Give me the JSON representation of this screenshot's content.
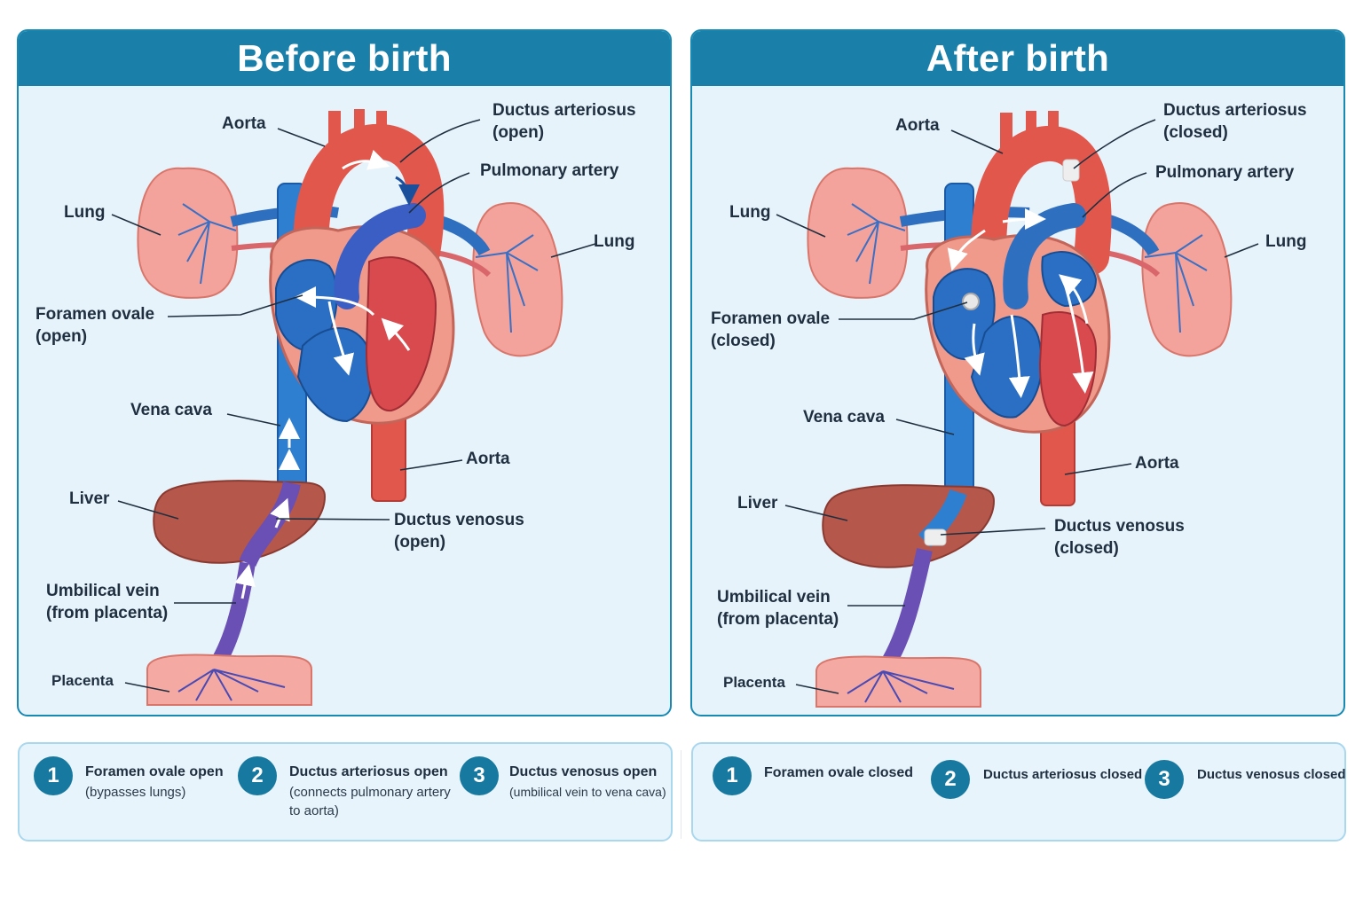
{
  "before": {
    "title": "Before birth",
    "labels": {
      "aorta_top": "Aorta",
      "ductus_arteriosus": [
        "Ductus arteriosus",
        "(open)"
      ],
      "pulmonary_artery": "Pulmonary artery",
      "lung_left": "Lung",
      "lung_right": "Lung",
      "foramen_ovale": [
        "Foramen ovale",
        "(open)"
      ],
      "vena_cava": "Vena cava",
      "aorta_bottom": "Aorta",
      "liver": "Liver",
      "ductus_venosus": [
        "Ductus venosus",
        "(open)"
      ],
      "umbilical_vein": [
        "Umbilical vein",
        "(from placenta)"
      ],
      "placenta": "Placenta"
    },
    "legend": [
      {
        "num": "1",
        "title": "Foramen ovale open",
        "desc": [
          "(bypasses lungs)"
        ]
      },
      {
        "num": "2",
        "title": "Ductus arteriosus open",
        "desc": [
          "(connects pulmonary artery",
          "to aorta)"
        ]
      },
      {
        "num": "3",
        "title": "Ductus venosus open",
        "desc": [
          "(umbilical vein to vena cava)"
        ]
      }
    ]
  },
  "after": {
    "title": "After birth",
    "labels": {
      "aorta_top": "Aorta",
      "ductus_arteriosus": [
        "Ductus arteriosus",
        "(closed)"
      ],
      "pulmonary_artery": "Pulmonary artery",
      "lung_left": "Lung",
      "lung_right": "Lung",
      "foramen_ovale": [
        "Foramen ovale",
        "(closed)"
      ],
      "vena_cava": "Vena cava",
      "aorta_bottom": "Aorta",
      "liver": "Liver",
      "ductus_venosus": [
        "Ductus venosus",
        "(closed)"
      ],
      "umbilical_vein": [
        "Umbilical vein",
        "(from placenta)"
      ],
      "placenta": "Placenta"
    },
    "legend": [
      {
        "num": "1",
        "title": "Foramen ovale closed",
        "desc": []
      },
      {
        "num": "2",
        "title": "Ductus arteriosus closed",
        "desc": []
      },
      {
        "num": "3",
        "title": "Ductus venosus closed",
        "desc": []
      }
    ]
  },
  "colors": {
    "header": "#1a7fa9",
    "oxygenated": "#e2574c",
    "deoxygenated": "#2f6fbf",
    "mixed": "#6a4fb5",
    "lung": "#f3a39b",
    "liver": "#b5574a",
    "heart_wall": "#f09a8c"
  }
}
